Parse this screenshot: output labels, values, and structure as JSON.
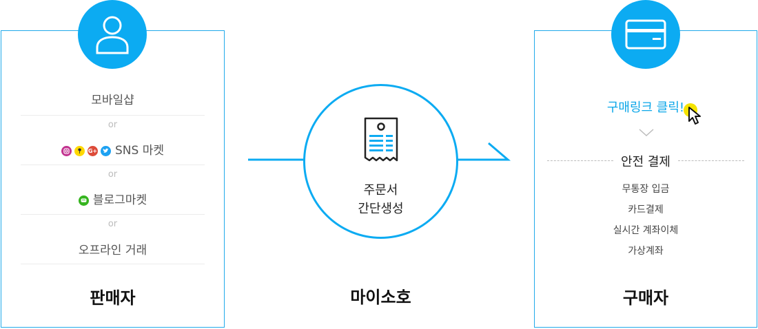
{
  "seller": {
    "title": "판매자",
    "channels": [
      "모바일샵",
      "SNS 마켓",
      "블로그마켓",
      "오프라인 거래"
    ],
    "or": "or",
    "social_icons": [
      "instagram-icon",
      "kakaostory-icon",
      "google-plus-icon",
      "twitter-icon"
    ],
    "blog_icon": "naver-blog-icon"
  },
  "center": {
    "label_line1": "주문서",
    "label_line2": "간단생성",
    "title": "마이소호"
  },
  "buyer": {
    "title": "구매자",
    "link_click": "구매링크 클릭!",
    "safe_payment": "안전 결제",
    "methods": [
      "무통장 입금",
      "카드결제",
      "실시간 계좌이체",
      "가상계좌"
    ]
  },
  "colors": {
    "accent": "#0cabf2",
    "border": "#1fa9ea",
    "link": "#0aa6e8",
    "cursor_highlight": "#f4e300"
  }
}
